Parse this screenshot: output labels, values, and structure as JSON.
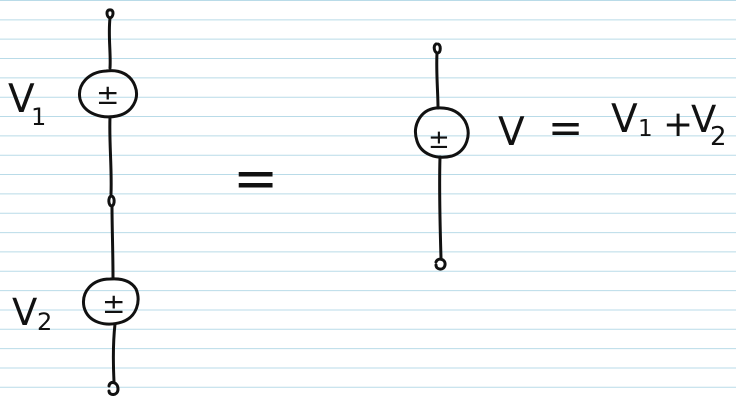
{
  "page": {
    "background_color": "#ffffff",
    "rule_color": "#b9dbe8",
    "ink_color": "#111111",
    "rule_count": 21
  },
  "diagram": {
    "left_circuit": {
      "top_source_label": "V",
      "top_source_subscript": "1",
      "bottom_source_label": "V",
      "bottom_source_subscript": "2",
      "top_source_polarity": "±",
      "bottom_source_polarity": "±"
    },
    "equivalence_symbol": "=",
    "right_circuit": {
      "source_polarity": "±",
      "equation_lhs": "V",
      "equation_equals": "=",
      "term1_letter": "V",
      "term1_subscript": "1",
      "plus_sign": "+",
      "term2_letter": "V",
      "term2_subscript": "2"
    }
  }
}
